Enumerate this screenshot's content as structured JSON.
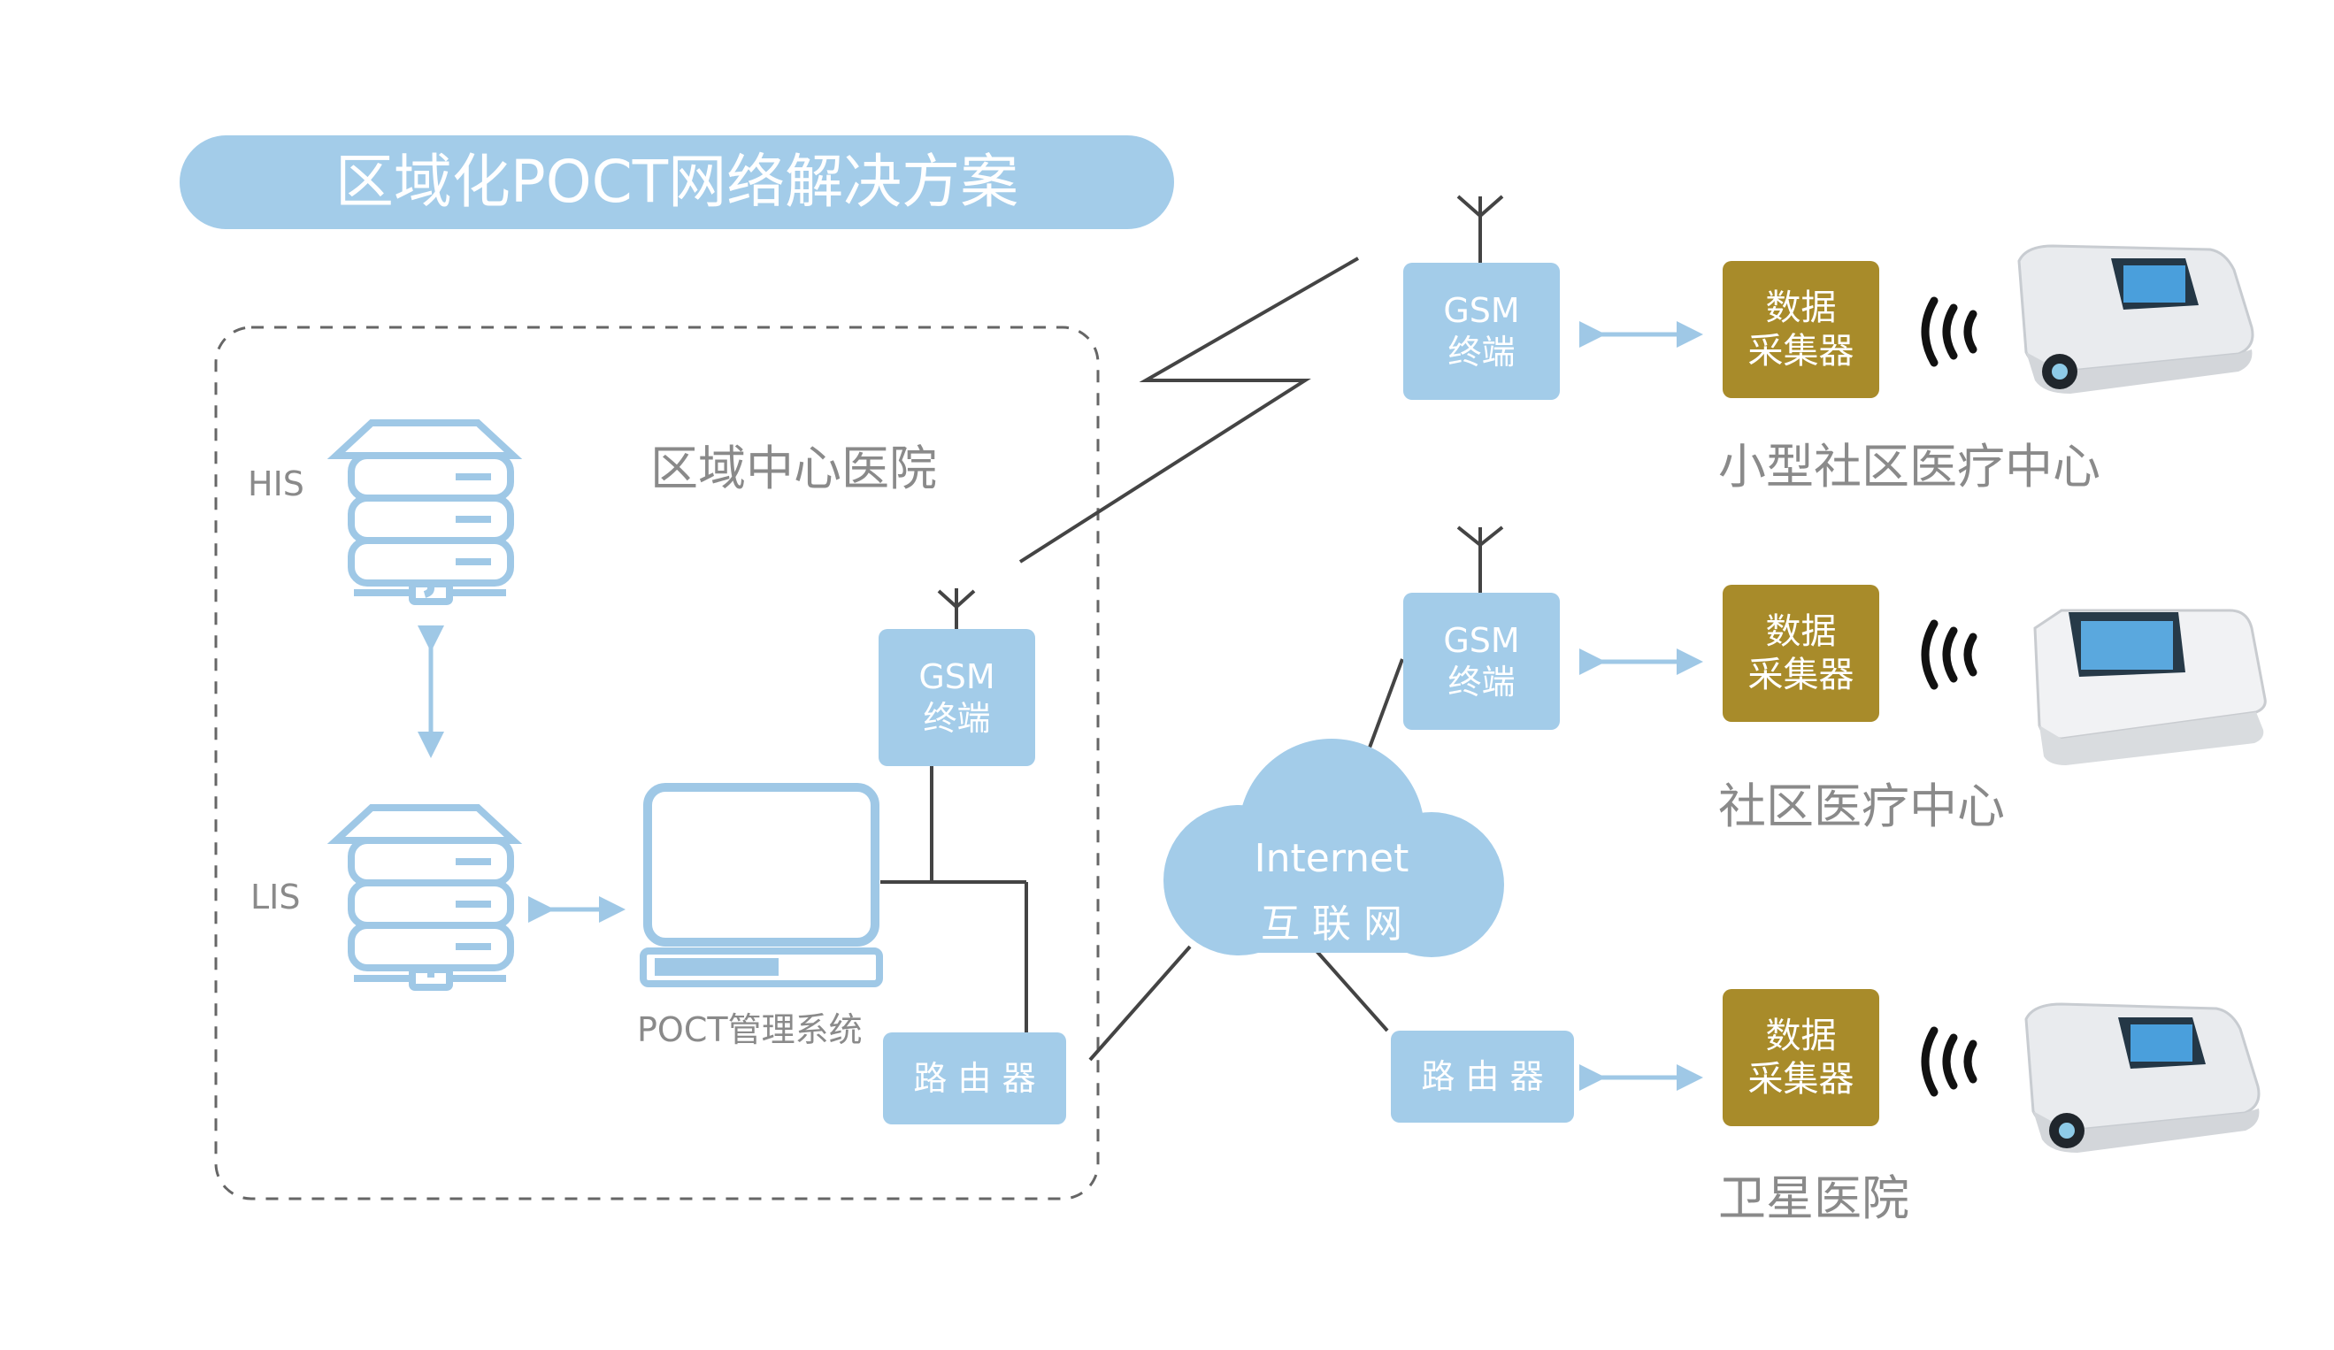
{
  "diagram": {
    "title": "区域化POCT网络解决方案",
    "region_label": "区域中心医院",
    "his_label": "HIS",
    "lis_label": "LIS",
    "poct_system_label": "POCT管理系统",
    "internet": {
      "line1": "Internet",
      "line2": "互 联 网"
    },
    "router_label": "路 由 器",
    "gsm": {
      "line1": "GSM",
      "line2": "终端"
    },
    "collector": {
      "line1": "数据",
      "line2": "采集器"
    },
    "sites": [
      {
        "name": "小型社区医疗中心"
      },
      {
        "name": "社区医疗中心"
      },
      {
        "name": "卫星医院"
      }
    ],
    "colors": {
      "light_blue": "#a3cce9",
      "icon_blue": "#9fc8e6",
      "gold": "#a88b2a",
      "line_gray": "#444444",
      "text_gray": "#8a8a8a"
    }
  }
}
